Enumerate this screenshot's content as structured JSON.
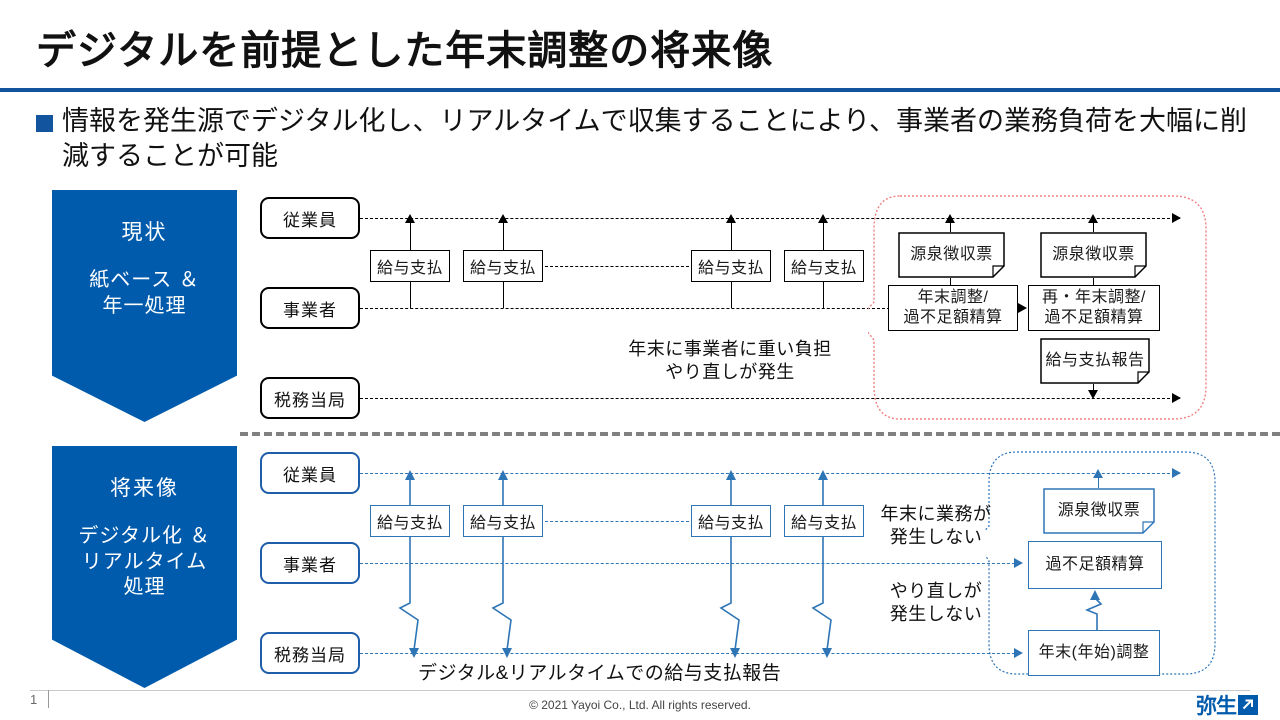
{
  "slide": {
    "title": "デジタルを前提とした年末調整の将来像",
    "bullet": "情報を発生源でデジタル化し、リアルタイムで収集することにより、事業者の業務負荷を大幅に削減することが可能",
    "accent_color": "#005BAC",
    "rule_color": "#12559E"
  },
  "banners": {
    "current": {
      "head": "現状",
      "sub": "紙ベース ＆\n年一処理"
    },
    "future": {
      "head": "将来像",
      "sub": "デジタル化 ＆\nリアルタイム\n処理"
    }
  },
  "current_section": {
    "actors": [
      {
        "label": "従業員"
      },
      {
        "label": "事業者"
      },
      {
        "label": "税務当局"
      }
    ],
    "payments": [
      {
        "label": "給与支払"
      },
      {
        "label": "給与支払"
      },
      {
        "label": "給与支払"
      },
      {
        "label": "給与支払"
      }
    ],
    "documents": [
      {
        "label": "源泉徴収票"
      },
      {
        "label": "源泉徴収票"
      },
      {
        "label": "給与支払報告"
      }
    ],
    "processes": [
      {
        "label_line1": "年末調整/",
        "label_line2": "過不足額精算"
      },
      {
        "label_line1": "再・年末調整/",
        "label_line2": "過不足額精算"
      }
    ],
    "note": {
      "line1": "年末に事業者に重い負担",
      "line2": "やり直しが発生"
    },
    "callout_color": "#F08080"
  },
  "future_section": {
    "actors": [
      {
        "label": "従業員"
      },
      {
        "label": "事業者"
      },
      {
        "label": "税務当局"
      }
    ],
    "payments": [
      {
        "label": "給与支払"
      },
      {
        "label": "給与支払"
      },
      {
        "label": "給与支払"
      },
      {
        "label": "給与支払"
      }
    ],
    "documents": [
      {
        "label": "源泉徴収票"
      }
    ],
    "processes": [
      {
        "label": "過不足額精算"
      },
      {
        "label": "年末(年始)調整"
      }
    ],
    "notes": [
      {
        "line1": "年末に業務が",
        "line2": "発生しない"
      },
      {
        "line1": "やり直しが",
        "line2": "発生しない"
      }
    ],
    "caption": "デジタル&リアルタイムでの給与支払報告",
    "callout_color": "#2E75B6"
  },
  "footer": {
    "page_number": "1",
    "copyright": "© 2021 Yayoi Co., Ltd.  All rights reserved.",
    "logo_text": "弥生",
    "logo_mark": "arrow-up-right-icon"
  }
}
